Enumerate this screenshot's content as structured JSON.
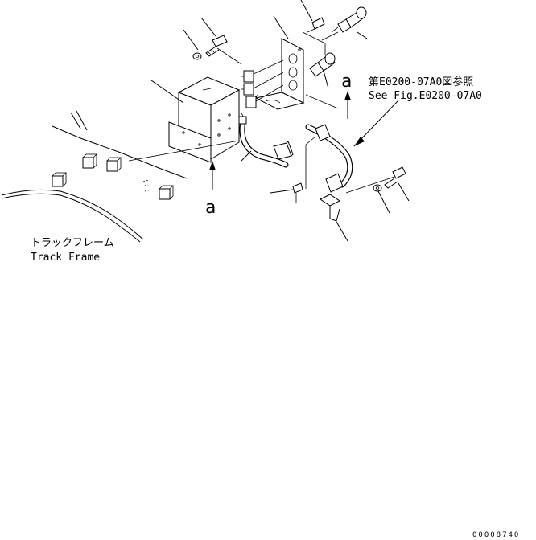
{
  "ref_note": {
    "japanese": "第E0200-07A0図参照",
    "english": "See Fig.E0200-07A0"
  },
  "track_frame": {
    "japanese": "トラックフレーム",
    "english": "Track Frame"
  },
  "view_marks": {
    "lower": "a",
    "upper": "a"
  },
  "drawing_number": "00008740"
}
